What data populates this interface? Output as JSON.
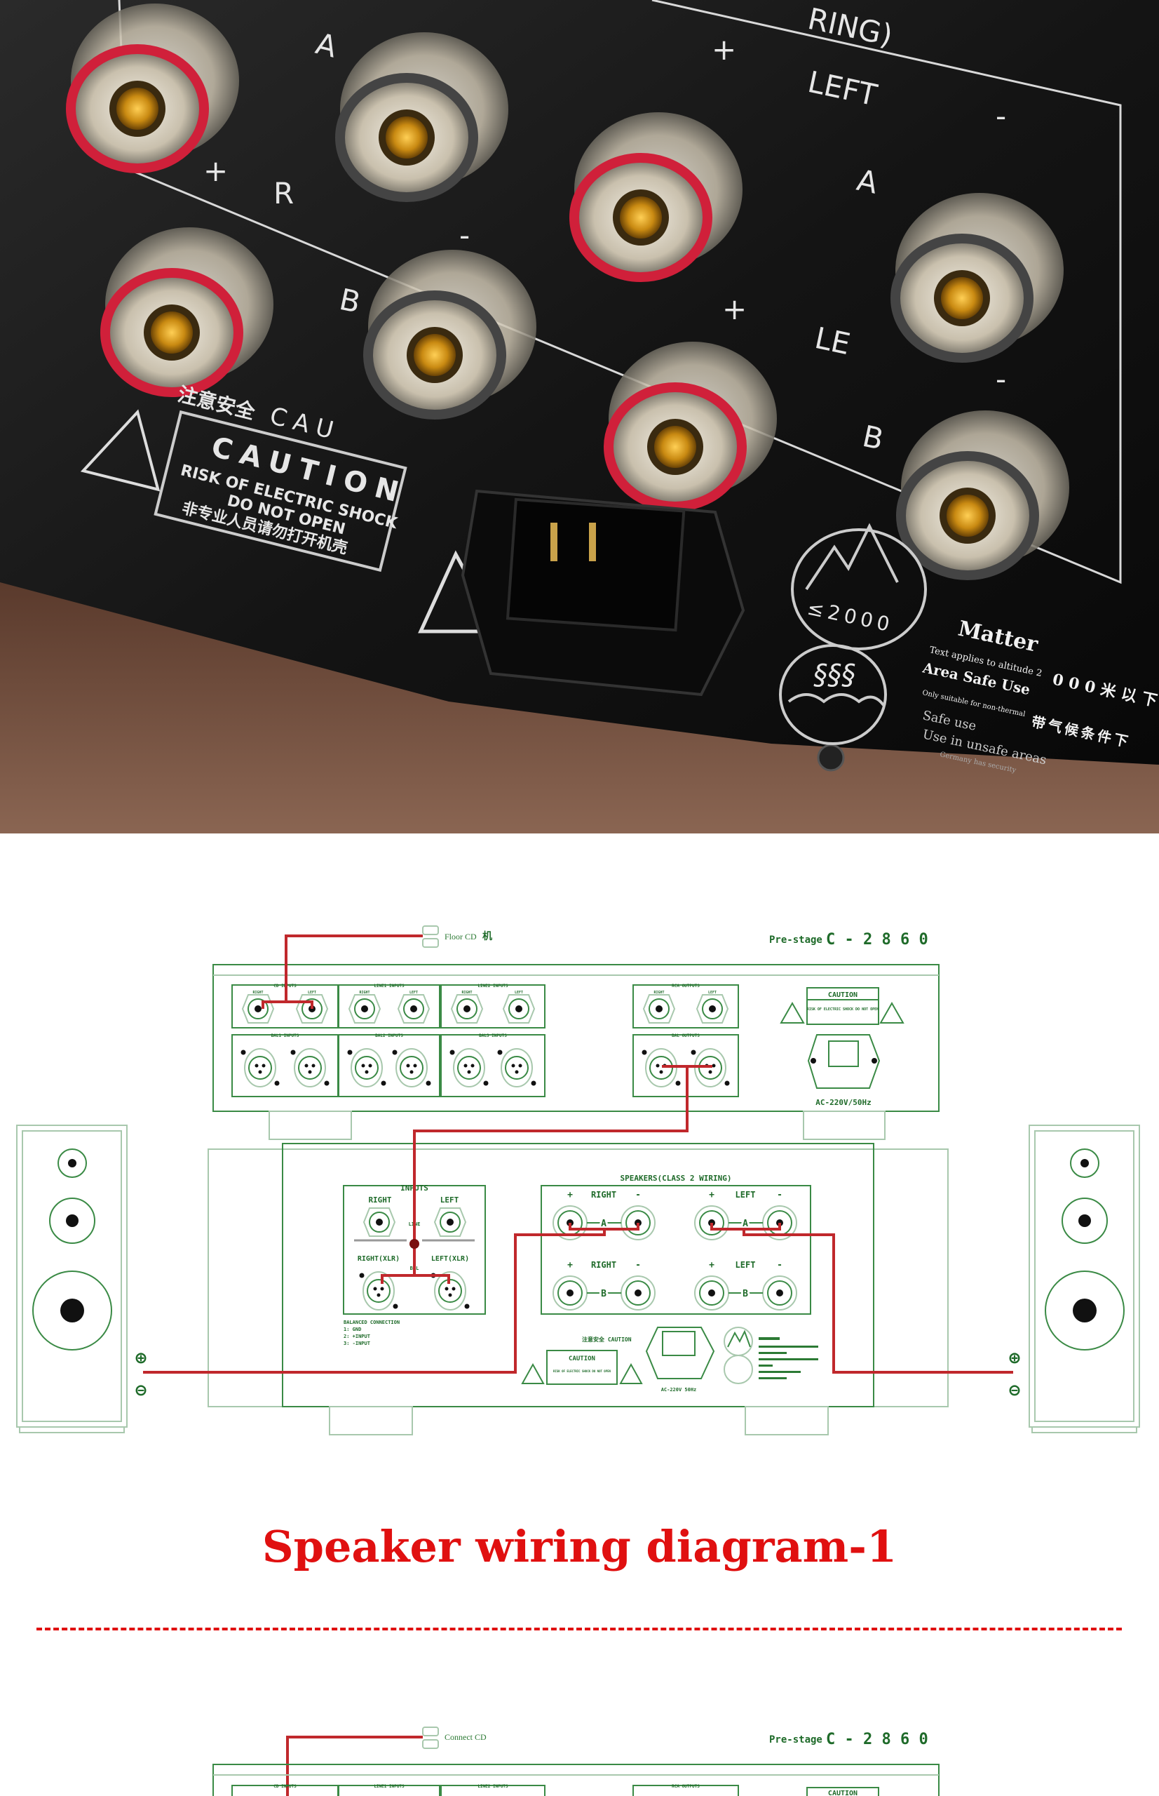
{
  "photo": {
    "panel_labels": {
      "wiring": "RING)",
      "plus": "+",
      "minus": "-",
      "left": "LEFT",
      "left_partial": "LE",
      "right_partial": "R",
      "a": "A",
      "b": "B"
    },
    "caution": {
      "header_cn": "注意安全",
      "header_en": "CAU",
      "title": "CAUTION",
      "line1": "RISK OF ELECTRIC SHOCK",
      "line2": "DO NOT OPEN",
      "line3": "非专业人员请勿打开机壳"
    },
    "altitude_badge": "≤2000",
    "notice": {
      "heading": "Matter",
      "line1": "Text applies to altitude 2",
      "line1_cn": "000米以下",
      "line2": "Area Safe Use",
      "line3": "Only suitable for non-thermal",
      "line3_cn": "带气候条件下",
      "line4": "Safe use",
      "line5": "Use in unsafe areas",
      "line6": "Germany has security"
    }
  },
  "diagram1": {
    "source_label": "Floor CD",
    "source_label_cn": "机",
    "model_prefix": "Pre-stage",
    "model": "C - 2 8 6 0",
    "pre_groups": [
      "CD INPUTS",
      "LINE1 INPUTS",
      "LINE2 INPUTS",
      "RCA OUTPUTS"
    ],
    "pre_bal_groups": [
      "BAL1 INPUTS",
      "BAL2 INPUTS",
      "BAL3 INPUTS",
      "BAL OUTPUTS"
    ],
    "jack_right": "RIGHT",
    "jack_left": "LEFT",
    "caution_title": "CAUTION",
    "caution_text": "RISK OF ELECTRIC SHOCK DO NOT OPEN",
    "power_label": "AC-220V/50Hz",
    "amp": {
      "inputs_title": "INPUTS",
      "right": "RIGHT",
      "left": "LEFT",
      "line": "LINE",
      "bal": "BAL",
      "right_xlr": "RIGHT(XLR)",
      "left_xlr": "LEFT(XLR)",
      "balanced_title": "BALANCED CONNECTION",
      "pin1": "1: GND",
      "pin2": "2: +INPUT",
      "pin3": "3: -INPUT",
      "speakers_title": "SPEAKERS(CLASS 2 WIRING)",
      "plus": "+",
      "minus": "-",
      "a": "A",
      "b": "B",
      "caution_header": "注意安全 CAUTION",
      "caution_title": "CAUTION",
      "caution_text": "RISK OF ELECTRIC SHOCK DO NOT OPEN",
      "power_label": "AC-220V 50Hz"
    },
    "speaker_plus": "⊕",
    "speaker_minus": "⊖"
  },
  "section_title": "Speaker wiring diagram-1",
  "diagram2": {
    "source_label": "Connect CD",
    "model_prefix": "Pre-stage",
    "model": "C - 2 8 6 0",
    "pre_groups": [
      "CD INPUTS",
      "LINE1 INPUTS",
      "LINE2 INPUTS",
      "RCA OUTPUTS"
    ],
    "caution_title": "CAUTION"
  },
  "colors": {
    "accent_red": "#e01010",
    "diagram_green": "#1f6b2a",
    "wire_red": "#c0282c"
  }
}
